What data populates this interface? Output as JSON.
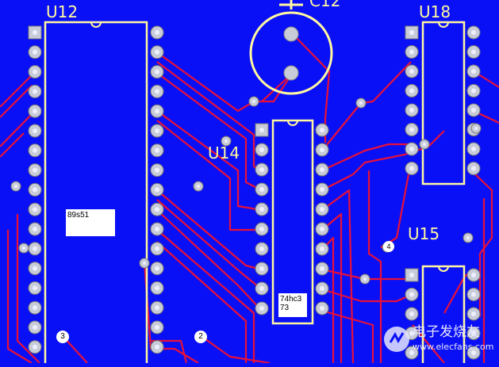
{
  "board": {
    "background": "#0a10f5",
    "trace_color": "#e8103a",
    "silk_color": "#fff8a0",
    "pad_color": "#c8ccd8"
  },
  "designators": {
    "u12": "U12",
    "u14": "U14",
    "u15": "U15",
    "u18": "U18",
    "c12": "C12"
  },
  "chip_notes": {
    "u12": "89s51",
    "u14_line1": "74hc3",
    "u14_line2": "73"
  },
  "net_labels": {
    "n1": "3",
    "n2": "2",
    "n3": "4"
  },
  "watermark": {
    "site_cn": "电子发烧友",
    "site_url": "www.elecfans.com",
    "logo_icon": "electronics-logo-icon"
  }
}
